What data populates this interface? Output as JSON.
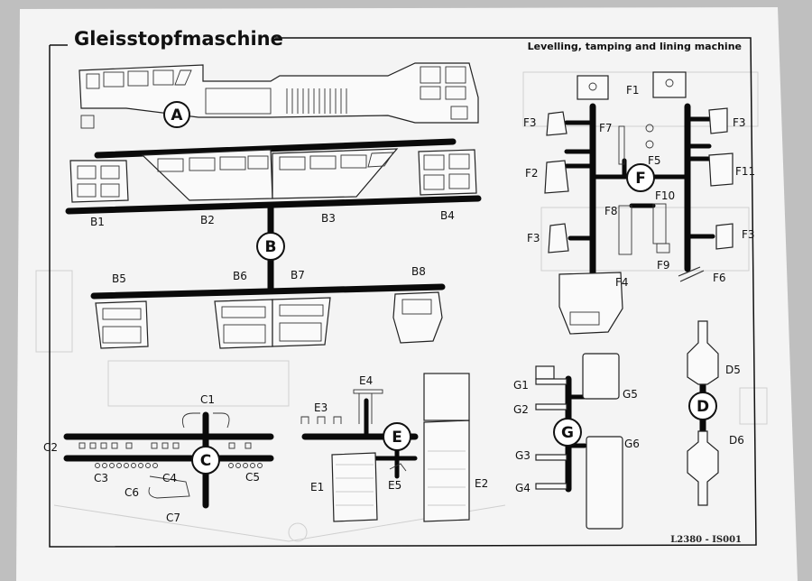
{
  "title": "Gleisstopfmaschine",
  "subtitle": "Levelling, tamping and lining machine",
  "code": "L2380 - IS001",
  "sprues": {
    "A": {
      "letter": "A"
    },
    "B": {
      "letter": "B",
      "parts": [
        "B1",
        "B2",
        "B3",
        "B4",
        "B5",
        "B6",
        "B7",
        "B8"
      ]
    },
    "C": {
      "letter": "C",
      "parts": [
        "C1",
        "C2",
        "C3",
        "C4",
        "C5",
        "C6",
        "C7"
      ]
    },
    "D": {
      "letter": "D",
      "parts": [
        "D5",
        "D6"
      ]
    },
    "E": {
      "letter": "E",
      "parts": [
        "E1",
        "E2",
        "E3",
        "E4",
        "E5"
      ]
    },
    "F": {
      "letter": "F",
      "parts": [
        "F1",
        "F3",
        "F7",
        "F3",
        "F2",
        "F5",
        "F11",
        "F10",
        "F8",
        "F3",
        "F3",
        "F9",
        "F4",
        "F6"
      ]
    },
    "G": {
      "letter": "G",
      "parts": [
        "G1",
        "G5",
        "G2",
        "G3",
        "G6",
        "G4"
      ]
    }
  }
}
